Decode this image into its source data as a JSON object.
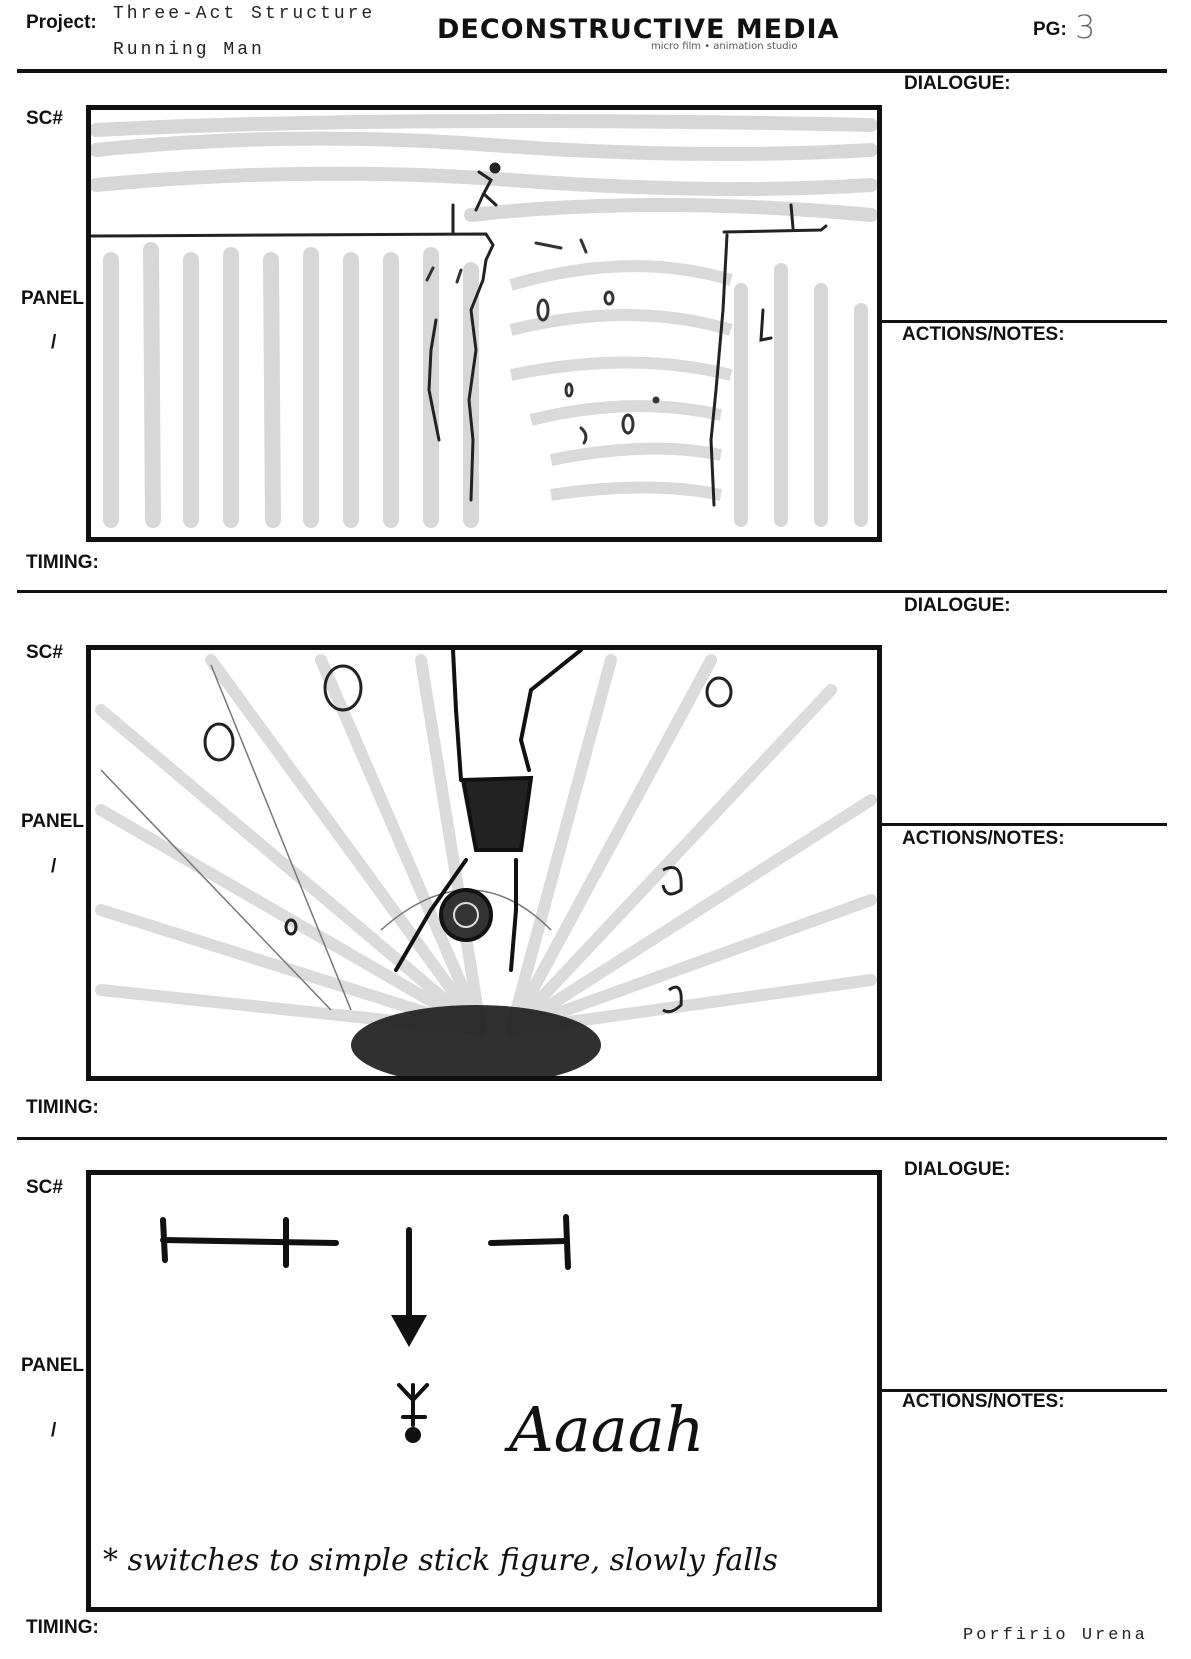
{
  "header": {
    "project_label": "Project:",
    "project_line1": "Three-Act Structure",
    "project_line2": "Running Man",
    "brand_name": "DECONSTRUCTIVE MEDIA",
    "brand_tagline": "micro film • animation studio",
    "page_label": "PG:",
    "page_number": "3"
  },
  "rows": [
    {
      "sc_label": "SC#",
      "panel_label": "PANEL",
      "panel_slash": "/",
      "timing_label": "TIMING:",
      "dialogue_label": "DIALOGUE:",
      "notes_label": "ACTIONS/NOTES:"
    },
    {
      "sc_label": "SC#",
      "panel_label": "PANEL",
      "panel_slash": "/",
      "timing_label": "TIMING:",
      "dialogue_label": "DIALOGUE:",
      "notes_label": "ACTIONS/NOTES:"
    },
    {
      "sc_label": "SC#",
      "panel_label": "PANEL",
      "panel_slash": "/",
      "timing_label": "TIMING:",
      "dialogue_label": "DIALOGUE:",
      "notes_label": "ACTIONS/NOTES:",
      "sketch_text_main": "Aaaah",
      "sketch_note": "* switches to simple stick figure, slowly falls"
    }
  ],
  "footer": {
    "artist": "Porfirio Urena"
  },
  "colors": {
    "ink": "#111111",
    "pencil": "#9a9a9a"
  }
}
